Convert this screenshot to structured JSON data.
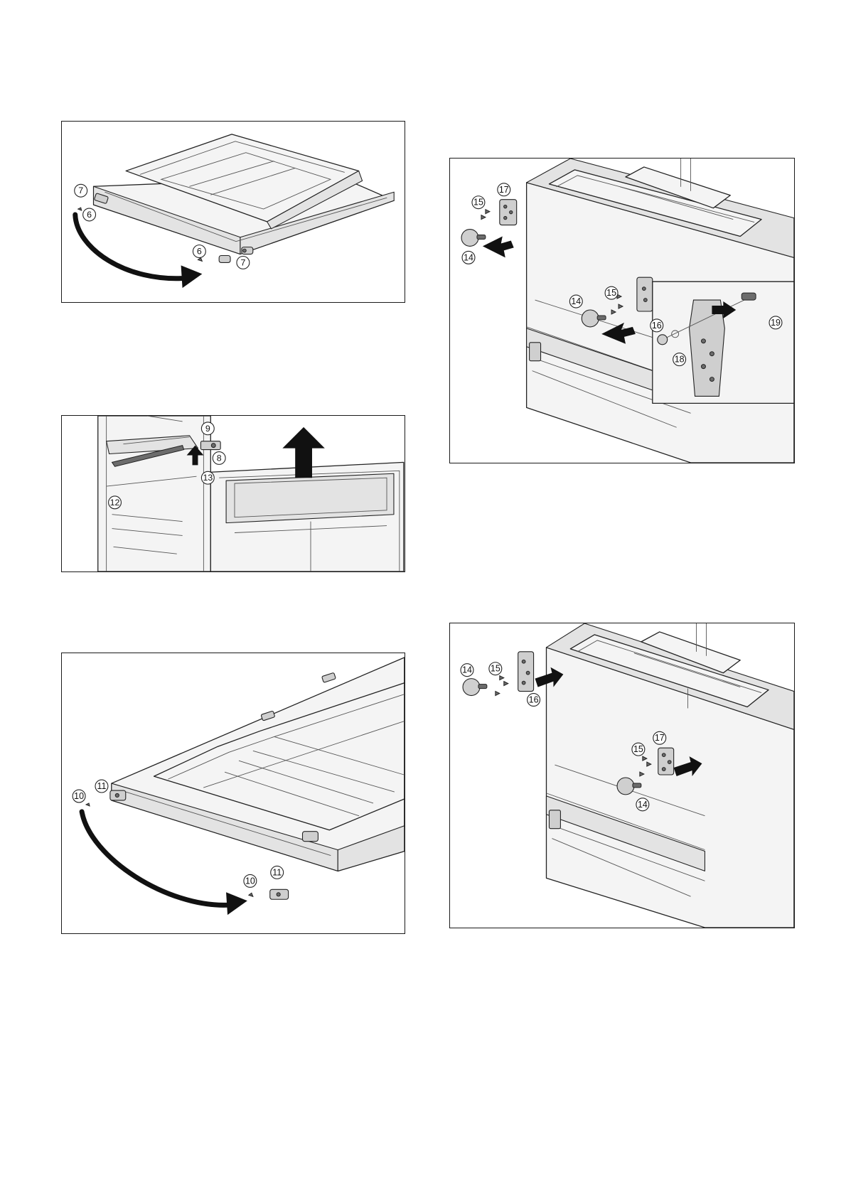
{
  "figures": [
    {
      "id": "fig1",
      "subject": "door bottom hinge transfer",
      "callouts": [
        "7",
        "6",
        "6",
        "7"
      ]
    },
    {
      "id": "fig2",
      "subject": "remove freezer door",
      "callouts": [
        "9",
        "8",
        "13",
        "12"
      ]
    },
    {
      "id": "fig3",
      "subject": "door bottom hinge transfer",
      "callouts": [
        "11",
        "10",
        "10",
        "11"
      ]
    },
    {
      "id": "fig4",
      "subject": "remove hinge and feet",
      "callouts": [
        "17",
        "15",
        "14",
        "14",
        "15",
        "16",
        "19",
        "18"
      ]
    },
    {
      "id": "fig5",
      "subject": "mount hinge and feet",
      "callouts": [
        "14",
        "15",
        "16",
        "15",
        "17",
        "14"
      ]
    }
  ]
}
